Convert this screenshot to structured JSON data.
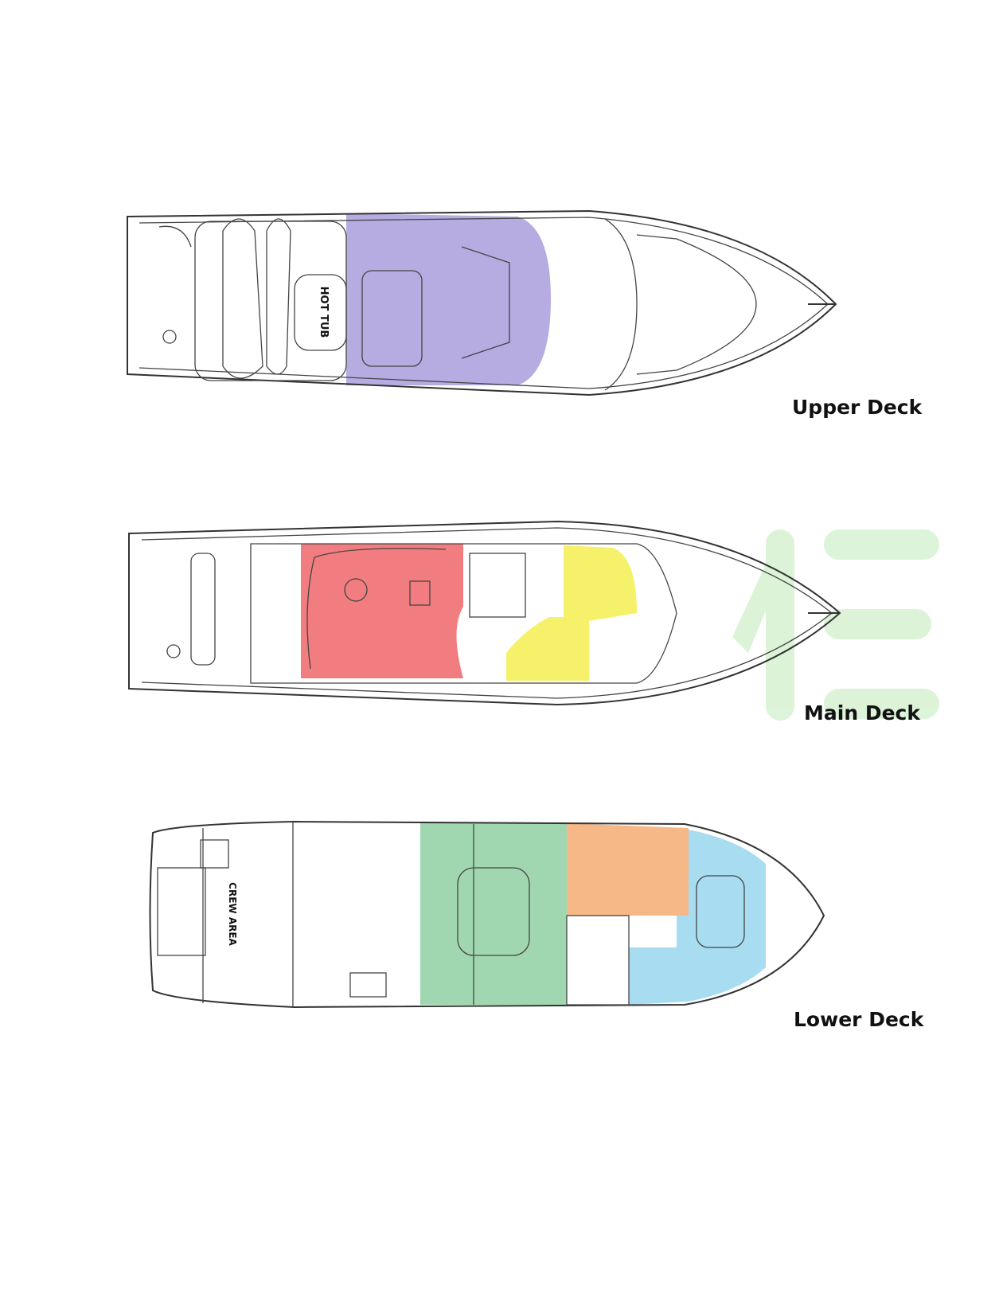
{
  "decks": [
    {
      "name": "Upper Deck",
      "fixtures": [
        "HOT TUB"
      ],
      "zones": [
        {
          "color": "#a99ddd"
        }
      ]
    },
    {
      "name": "Main Deck",
      "zones": [
        {
          "color": "#f0666a"
        },
        {
          "color": "#f5ef5a"
        }
      ]
    },
    {
      "name": "Lower Deck",
      "fixtures": [
        "CREW AREA"
      ],
      "zones": [
        {
          "color": "#8fd0a2"
        },
        {
          "color": "#f5b07a"
        },
        {
          "color": "#9fd8f0"
        }
      ]
    }
  ],
  "watermark_color": "#d6f2d2"
}
